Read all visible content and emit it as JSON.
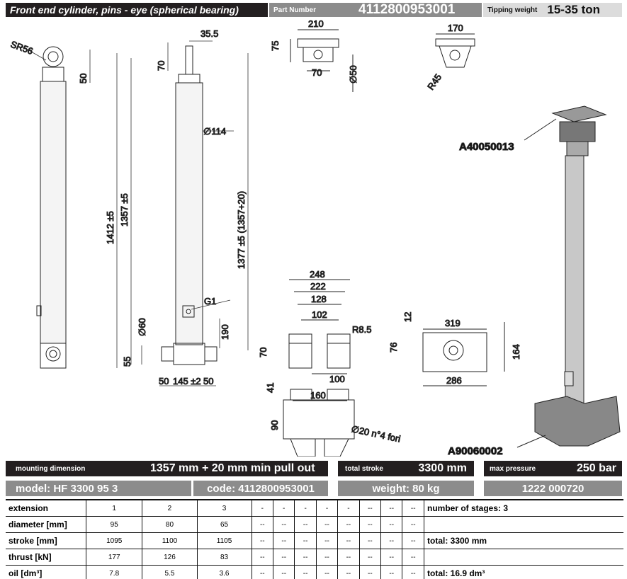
{
  "header": {
    "title": "Front end cylinder, pins - eye (spherical bearing)",
    "part_number_label": "Part Number",
    "part_number": "4112800953001",
    "tipping_weight_label": "Tipping weight",
    "tipping_weight": "15-35 ton"
  },
  "drawing": {
    "dims": {
      "sr56": "SR56",
      "eye50": "50",
      "d35_5": "35.5",
      "d70": "70",
      "d75": "75",
      "d210": "210",
      "d70b": "70",
      "phi50": "∅50",
      "d170": "170",
      "r45": "R45",
      "phi114": "∅114",
      "d1412": "1412 ±5",
      "d1357": "1357 ±5",
      "d1377": "1377 ±5 (1357+20)",
      "g1": "G1",
      "d190": "190",
      "phi60": "∅60",
      "d55": "55",
      "d50a": "50",
      "d145": "145 ±2",
      "d50b": "50",
      "d248": "248",
      "d222": "222",
      "d128": "128",
      "d102": "102",
      "r8_5": "R8.5",
      "d70c": "70",
      "d41": "41",
      "d100": "100",
      "d160": "160",
      "d90": "90",
      "phi20": "∅20 n°4 fori",
      "d12": "12",
      "d319": "319",
      "d76": "76",
      "d164": "164",
      "d286": "286"
    },
    "part_top": "A40050013",
    "part_bottom": "A90060002"
  },
  "summary": {
    "mounting_label": "mounting dimension",
    "mounting_value": "1357 mm + 20 mm min pull out",
    "stroke_label": "total stroke",
    "stroke_value": "3300 mm",
    "pressure_label": "max pressure",
    "pressure_value": "250 bar",
    "model": "model: HF 3300 95 3",
    "code": "code: 4112800953001",
    "weight": "weight: 80 kg",
    "ref": "1222 000720"
  },
  "table": {
    "rows": [
      {
        "label": "extension",
        "cells": [
          "1",
          "2",
          "3",
          "-",
          "-",
          "-",
          "-",
          "-",
          "--",
          "--",
          "--"
        ],
        "note": "number of stages: 3"
      },
      {
        "label": "diameter [mm]",
        "cells": [
          "95",
          "80",
          "65",
          "--",
          "--",
          "--",
          "--",
          "--",
          "--",
          "--",
          "--"
        ],
        "note": ""
      },
      {
        "label": "stroke [mm]",
        "cells": [
          "1095",
          "1100",
          "1105",
          "--",
          "--",
          "--",
          "--",
          "--",
          "--",
          "--",
          "--"
        ],
        "note": "total: 3300 mm"
      },
      {
        "label": "thrust [kN]",
        "cells": [
          "177",
          "126",
          "83",
          "--",
          "--",
          "--",
          "--",
          "--",
          "--",
          "--",
          "--"
        ],
        "note": ""
      },
      {
        "label": "oil [dm³]",
        "cells": [
          "7.8",
          "5.5",
          "3.6",
          "--",
          "--",
          "--",
          "--",
          "--",
          "--",
          "--",
          "--"
        ],
        "note": "total: 16.9 dm³"
      }
    ]
  }
}
